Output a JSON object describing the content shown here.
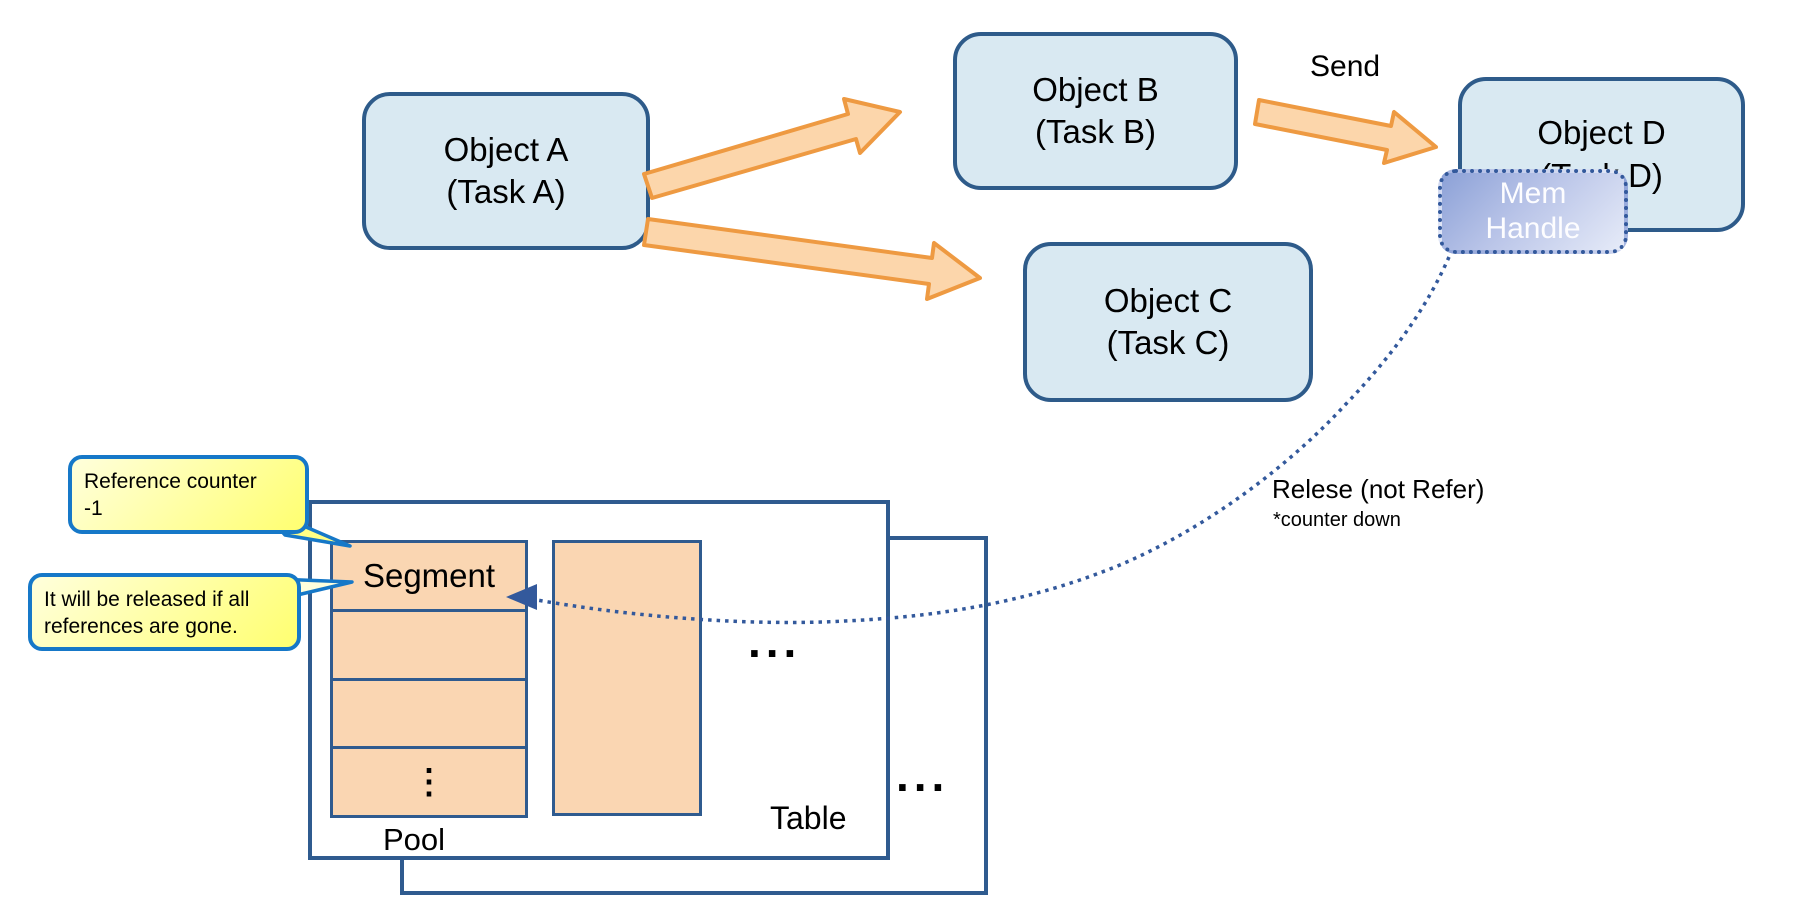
{
  "objects": [
    {
      "name": "Object A",
      "task": "(Task A)"
    },
    {
      "name": "Object B",
      "task": "(Task B)"
    },
    {
      "name": "Object C",
      "task": "(Task C)"
    },
    {
      "name": "Object D",
      "task": "(Task D)"
    }
  ],
  "mem_handle": {
    "line1": "Mem",
    "line2": "Handle"
  },
  "arrows": {
    "send_label": "Send"
  },
  "release_note": {
    "line1": "Relese (not Refer)",
    "line2": "*counter down"
  },
  "pool": {
    "segment_label": "Segment",
    "pool_label": "Pool",
    "table_label": "Table",
    "ellipsis_horizontal": "...",
    "ellipsis_vertical": "⋮",
    "ellipsis_outer": "..."
  },
  "callouts": {
    "reference_counter": {
      "line1": "Reference counter",
      "line2": "-1"
    },
    "release_condition": {
      "line1": "It will be released if all",
      "line2": "references are gone."
    }
  },
  "colors": {
    "object_fill": "#d9e9f2",
    "object_border": "#2e5b8a",
    "segment_fill": "#fad6b2",
    "structure_border": "#2f5b8f",
    "arrow_fill": "#fcd6ab",
    "arrow_border": "#ee9a42",
    "callout_border": "#1678c8",
    "callout_fill_light": "#ffffdc",
    "callout_fill_dark": "#ffff70",
    "mem_gradient_start": "#8ca1d7",
    "mem_gradient_end": "#e6ebf8",
    "dotted_line": "#33599c"
  }
}
